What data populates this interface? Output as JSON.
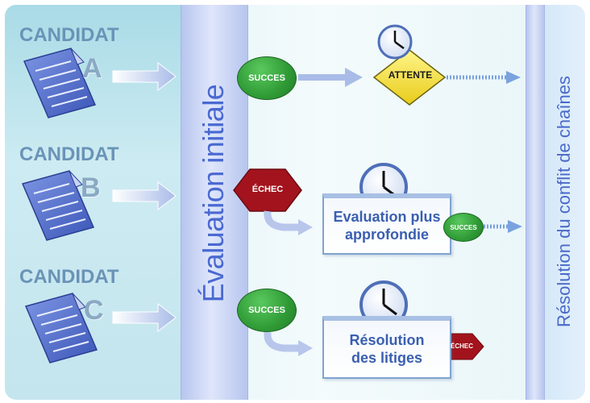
{
  "candidates": [
    {
      "label": "CANDIDAT",
      "letter": "A"
    },
    {
      "label": "CANDIDAT",
      "letter": "B"
    },
    {
      "label": "CANDIDAT",
      "letter": "C"
    }
  ],
  "stages": {
    "initial": "Évaluation initiale",
    "chain_conflict": "Résolution du conflit de chaînes"
  },
  "outcomes": {
    "a_result": "SUCCES",
    "a_wait": "ATTENTE",
    "b_result": "ÉCHEC",
    "b_followup": [
      "Evaluation plus",
      "approfondie"
    ],
    "b_followup_result": "SUCCES",
    "c_result": "SUCCES",
    "c_followup": [
      "Résolution",
      "des litiges"
    ],
    "c_followup_result": "ÉCHEC"
  },
  "colors": {
    "success": "#2f9a35",
    "failure": "#a3131d",
    "wait": "#f6e23a",
    "arrow": "#a9bce8",
    "label": "#4a69d1"
  }
}
